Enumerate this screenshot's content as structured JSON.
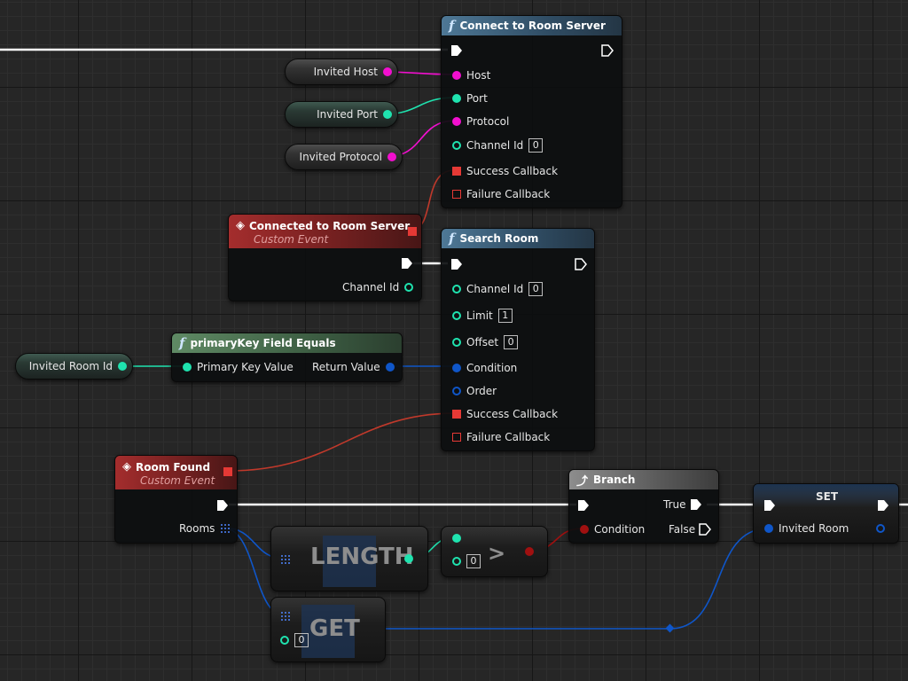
{
  "colors": {
    "string": "#f20fcf",
    "int": "#1fe3af",
    "struct": "#0f56c9",
    "event": "#e53935",
    "bool": "#a01010",
    "exec": "#ffffff"
  },
  "nodes": {
    "connect": {
      "title": "Connect to Room Server",
      "pins": {
        "host": "Host",
        "port": "Port",
        "protocol": "Protocol",
        "channel": "Channel Id",
        "channel_val": "0",
        "success": "Success Callback",
        "failure": "Failure Callback"
      }
    },
    "connected_event": {
      "title": "Connected to Room Server",
      "subtitle": "Custom Event",
      "channel": "Channel Id"
    },
    "search": {
      "title": "Search Room",
      "pins": {
        "channel": "Channel Id",
        "channel_val": "0",
        "limit": "Limit",
        "limit_val": "1",
        "offset": "Offset",
        "offset_val": "0",
        "condition": "Condition",
        "order": "Order",
        "success": "Success Callback",
        "failure": "Failure Callback"
      }
    },
    "pk": {
      "title": "primaryKey Field Equals",
      "in": "Primary Key Value",
      "out": "Return Value"
    },
    "room_found": {
      "title": "Room Found",
      "subtitle": "Custom Event",
      "rooms": "Rooms"
    },
    "branch": {
      "title": "Branch",
      "condition": "Condition",
      "true_label": "True",
      "false_label": "False"
    },
    "set": {
      "title": "SET",
      "pin": "Invited Room"
    },
    "length": {
      "label": "LENGTH"
    },
    "greater": {
      "symbol": ">",
      "val": "0"
    },
    "get": {
      "label": "GET",
      "val": "0"
    }
  },
  "variables": {
    "host": "Invited Host",
    "port": "Invited Port",
    "protocol": "Invited Protocol",
    "room_id": "Invited Room Id"
  }
}
